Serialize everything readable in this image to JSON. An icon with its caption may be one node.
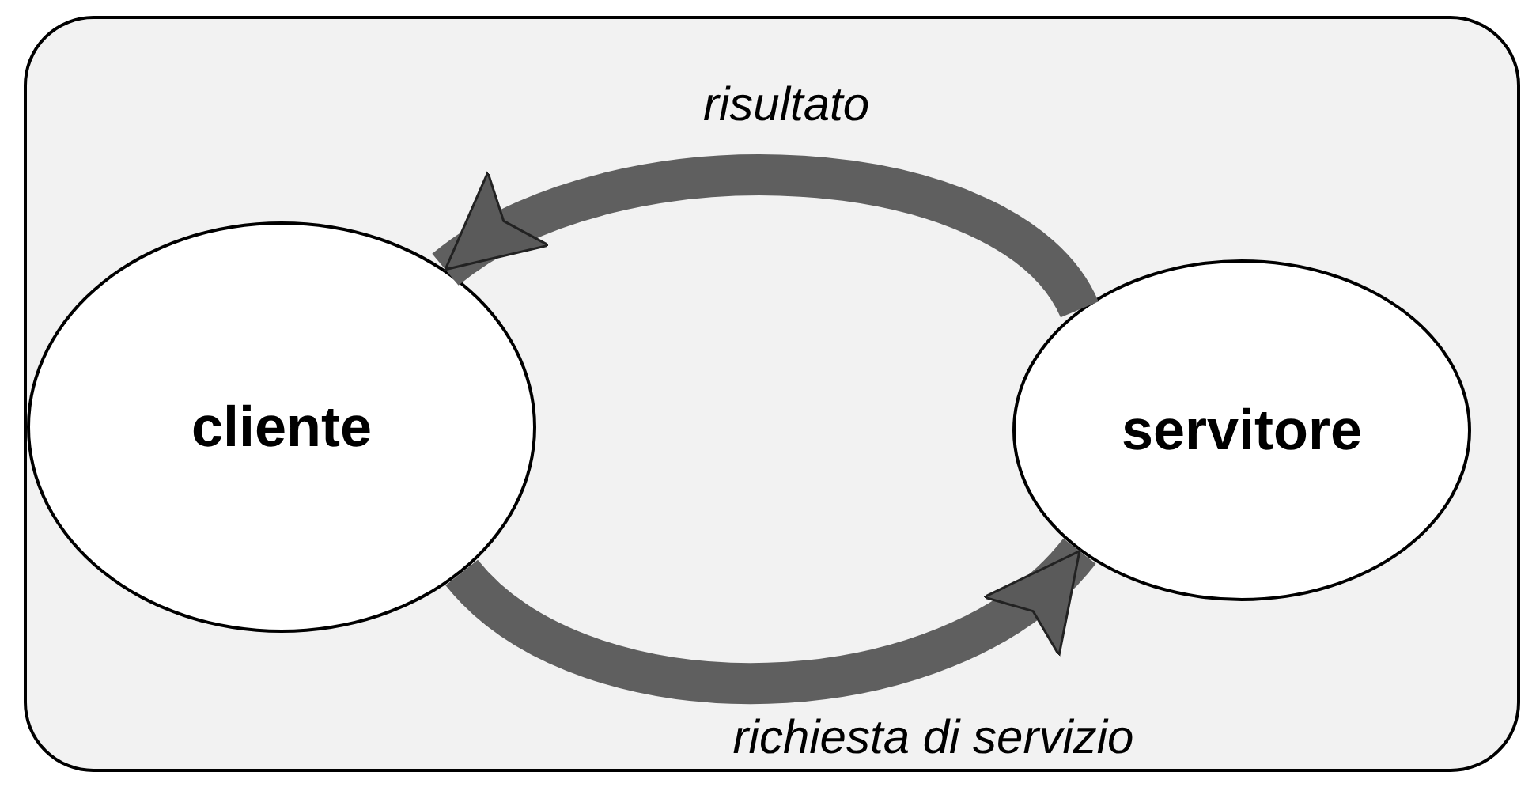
{
  "diagram": {
    "nodes": [
      {
        "text": [],
        "shape": "box"
      },
      {
        "text": [
          "cliente"
        ],
        "in": 0
      },
      {
        "text": [
          "servitore"
        ],
        "in": 0
      }
    ],
    "edges": [
      {
        "from": 2,
        "to": 1,
        "arrow": "to",
        "label": "risultato"
      },
      {
        "from": 1,
        "to": 2,
        "arrow": "to",
        "label": "richiesta di servizio"
      }
    ]
  }
}
